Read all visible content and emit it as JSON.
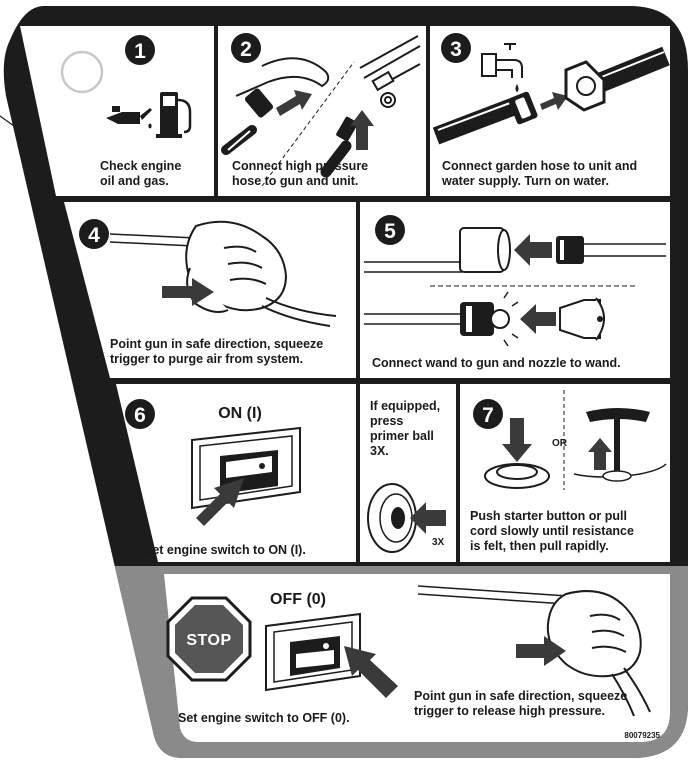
{
  "steps": [
    {
      "number": "1",
      "caption": [
        "Check engine",
        "oil and gas."
      ]
    },
    {
      "number": "2",
      "caption": [
        "Connect high pressure",
        "hose to gun and unit."
      ]
    },
    {
      "number": "3",
      "caption": [
        "Connect garden hose to unit and",
        "water supply. Turn on water."
      ]
    },
    {
      "number": "4",
      "caption": [
        "Point gun in safe direction, squeeze",
        "trigger to purge air from system."
      ]
    },
    {
      "number": "5",
      "caption": [
        "Connect wand to gun and nozzle to wand."
      ]
    },
    {
      "number": "6",
      "switch_label": "ON (I)",
      "caption": [
        "Set engine switch to ON (I)."
      ]
    },
    {
      "number": "7",
      "or_label": "OR",
      "caption": [
        "Push starter button or pull",
        "cord slowly until resistance",
        "is felt, then pull rapidly."
      ]
    }
  ],
  "primer": {
    "text": [
      "If equipped,",
      "press",
      "primer ball",
      "3X."
    ],
    "badge": "3X"
  },
  "shutdown": {
    "stop_sign": "STOP",
    "switch_label": "OFF (0)",
    "switch_caption": "Set engine switch to OFF (0).",
    "gun_caption": [
      "Point gun in safe direction, squeeze",
      "trigger to release high pressure."
    ],
    "part_number": "80079235"
  },
  "colors": {
    "frame": "#1c1c1c",
    "shutdown_band": "#8a8a8a",
    "panel": "#ffffff",
    "ink": "#1a1a1a",
    "arrow": "#3a3a3a"
  }
}
